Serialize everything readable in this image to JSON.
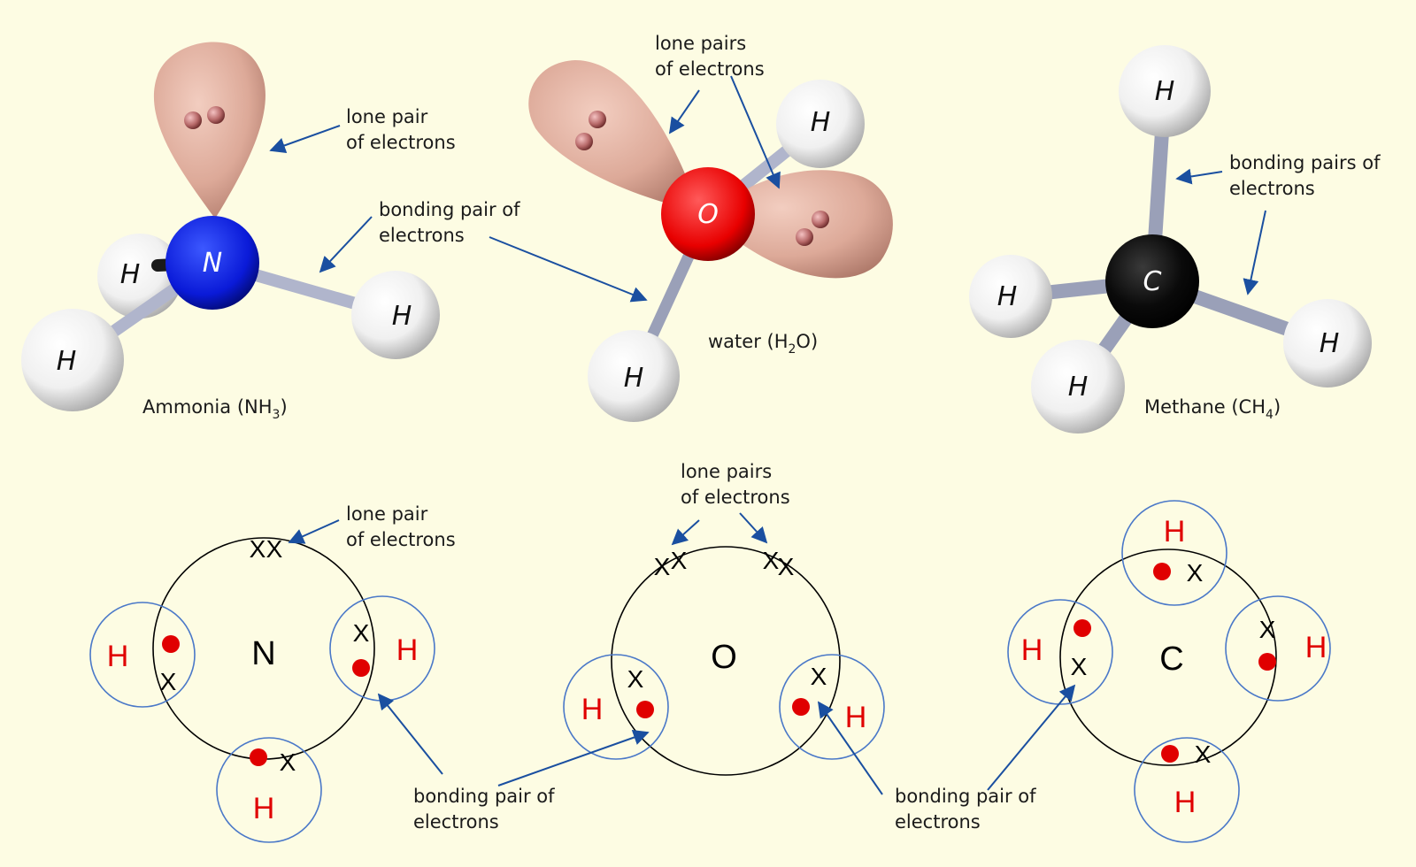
{
  "labels": {
    "lone_pair_of_electrons": [
      "lone pair",
      "of electrons"
    ],
    "lone_pairs_of_electrons": [
      "lone pairs",
      "of electrons"
    ],
    "bonding_pair_of_electrons": [
      "bonding pair of",
      "electrons"
    ],
    "bonding_pairs_of_electrons": [
      "bonding pairs of",
      "electrons"
    ]
  },
  "molecules": {
    "ammonia": {
      "name": "Ammonia (NH",
      "sub": "3",
      "close": ")",
      "center": "N"
    },
    "water": {
      "name": "water (H",
      "sub": "2",
      "rest": "O)",
      "center": "O"
    },
    "methane": {
      "name": "Methane (CH",
      "sub": "4",
      "close": ")",
      "center": "C"
    }
  },
  "symbols": {
    "hydrogen": "H",
    "electron_cross": "X"
  },
  "colors": {
    "background": "#fdfce3",
    "nitrogen": "#0a1ad8",
    "oxygen": "#e80000",
    "carbon": "#050505",
    "hydrogen": "#ffffff",
    "lone_pair_lobe": "#d9a090",
    "arrow": "#1a4fa0",
    "shell_circle": "#4a78c8",
    "electron_dot": "#e00000",
    "h_label": "#e00000"
  }
}
